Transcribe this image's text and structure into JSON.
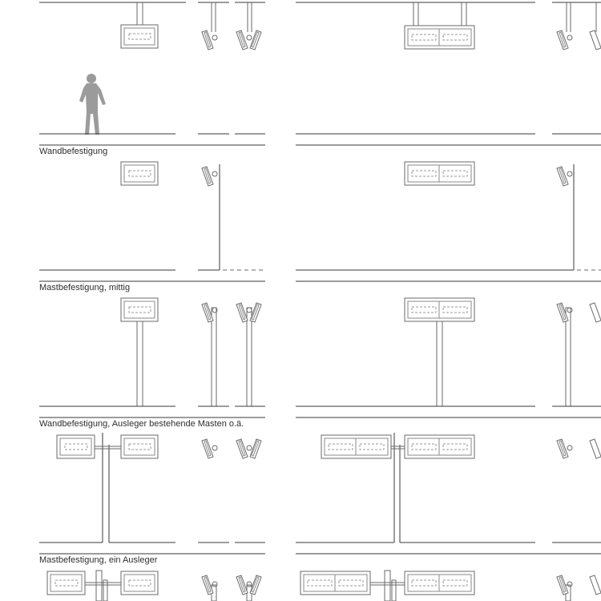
{
  "sections": [
    {
      "id": "top",
      "caption": ""
    },
    {
      "id": "wall",
      "caption": "Wandbefestigung"
    },
    {
      "id": "mast-center",
      "caption": "Mastbefestigung, mittig"
    },
    {
      "id": "wall-boom",
      "caption": "Wandbefestigung, Ausleger bestehende Masten  o.ä."
    },
    {
      "id": "mast-boom",
      "caption": "Mastbefestigung, ein Ausleger"
    }
  ]
}
